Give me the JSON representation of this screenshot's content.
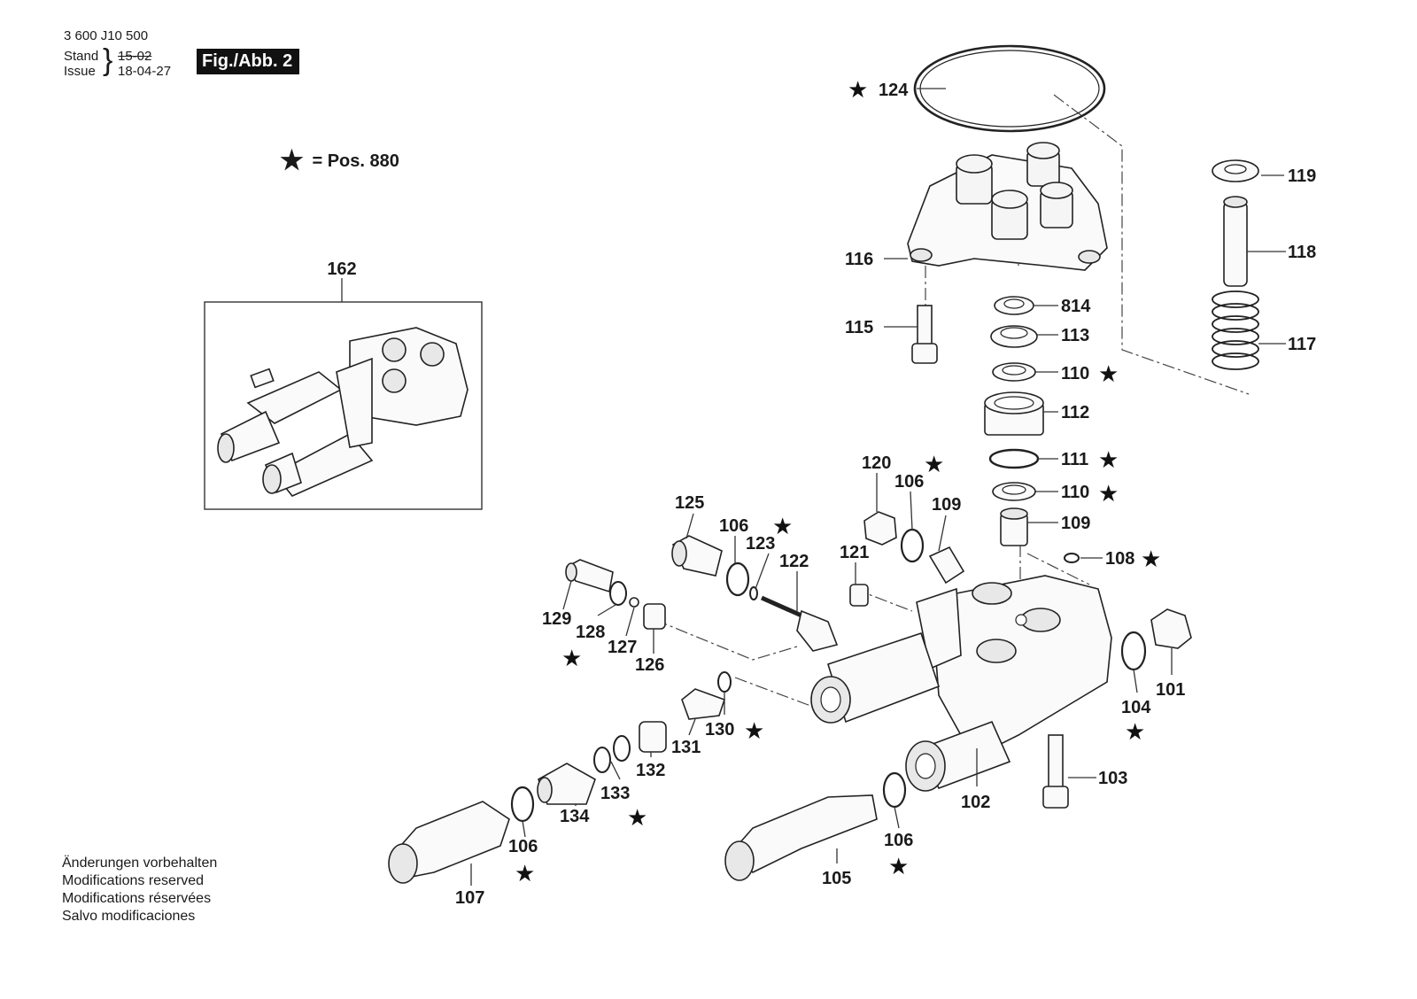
{
  "header": {
    "doc_number": "3 600 J10 500",
    "stand_label": "Stand",
    "issue_label": "Issue",
    "stand_value": "15-02",
    "issue_value": "18-04-27",
    "figure_label": "Fig./Abb. 2"
  },
  "legend": {
    "symbol": "★",
    "text": "= Pos. 880"
  },
  "footer_notes": [
    "Änderungen vorbehalten",
    "Modifications reserved",
    "Modifications réservées",
    "Salvo modificaciones"
  ],
  "inset": {
    "label": "162"
  },
  "parts": [
    {
      "id": "124",
      "starred": true
    },
    {
      "id": "119",
      "starred": false
    },
    {
      "id": "118",
      "starred": false
    },
    {
      "id": "117",
      "starred": false
    },
    {
      "id": "116",
      "starred": false
    },
    {
      "id": "115",
      "starred": false
    },
    {
      "id": "814",
      "starred": false
    },
    {
      "id": "113",
      "starred": false
    },
    {
      "id": "110",
      "starred": true
    },
    {
      "id": "112",
      "starred": false
    },
    {
      "id": "111",
      "starred": true
    },
    {
      "id": "110",
      "starred": true
    },
    {
      "id": "109",
      "starred": false
    },
    {
      "id": "120",
      "starred": false
    },
    {
      "id": "106",
      "starred": true
    },
    {
      "id": "109",
      "starred": false
    },
    {
      "id": "108",
      "starred": true
    },
    {
      "id": "125",
      "starred": false
    },
    {
      "id": "106",
      "starred": true
    },
    {
      "id": "123",
      "starred": false
    },
    {
      "id": "122",
      "starred": false
    },
    {
      "id": "121",
      "starred": false
    },
    {
      "id": "129",
      "starred": false
    },
    {
      "id": "128",
      "starred": true
    },
    {
      "id": "127",
      "starred": false
    },
    {
      "id": "126",
      "starred": false
    },
    {
      "id": "130",
      "starred": true
    },
    {
      "id": "131",
      "starred": false
    },
    {
      "id": "132",
      "starred": false
    },
    {
      "id": "133",
      "starred": true
    },
    {
      "id": "134",
      "starred": false
    },
    {
      "id": "106",
      "starred": true
    },
    {
      "id": "107",
      "starred": false
    },
    {
      "id": "105",
      "starred": false
    },
    {
      "id": "106",
      "starred": true
    },
    {
      "id": "102",
      "starred": false
    },
    {
      "id": "103",
      "starred": false
    },
    {
      "id": "104",
      "starred": true
    },
    {
      "id": "101",
      "starred": false
    }
  ]
}
